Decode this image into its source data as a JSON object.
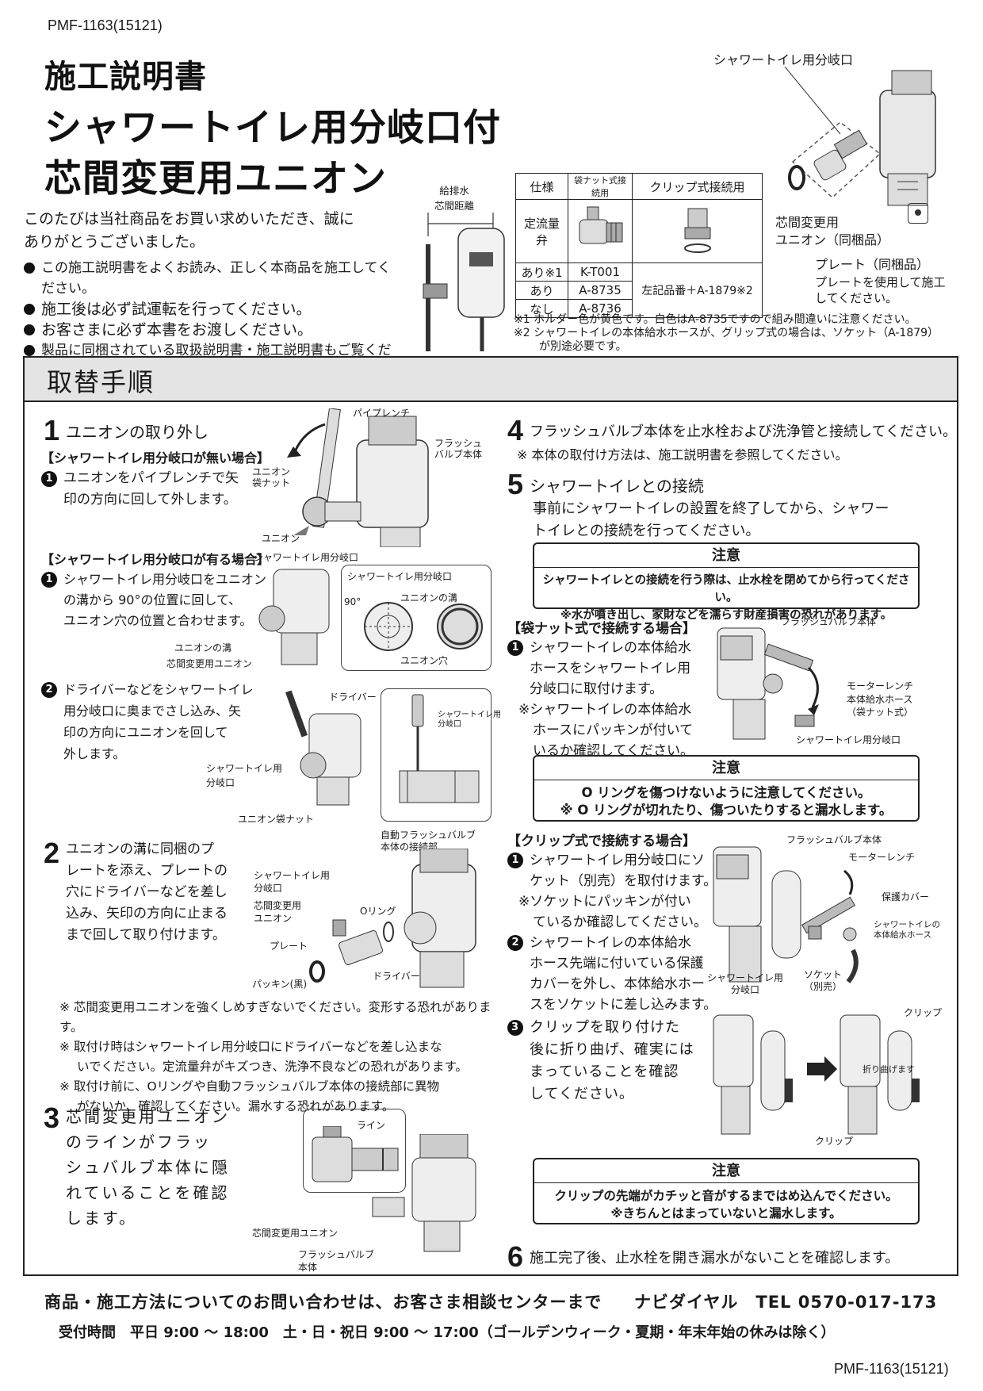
{
  "doc_code": "PMF-1163(15121)",
  "title": {
    "line1": "施工説明書",
    "line2": "シャワートイレ用分岐口付",
    "line3": "芯間変更用ユニオン"
  },
  "intro": {
    "text1": "このたびは当社商品をお買い求めいただき、誠に",
    "text2": "ありがとうございました。",
    "bullets": [
      "この施工説明書をよくお読み、正しく本商品を施工してください。",
      "施工後は必ず試運転を行ってください。",
      "お客さまに必ず本書をお渡しください。",
      "製品に同梱されている取扱説明書・施工説明書もご覧ください。"
    ]
  },
  "dim_label": {
    "line1": "給排水",
    "line2": "芯間距離"
  },
  "spec_table": {
    "h_spec": "仕様",
    "h_nut": "袋ナット式接続用",
    "h_clip": "クリップ式接続用",
    "r_valve": "定流量弁",
    "rows": [
      {
        "a": "あり※1",
        "b": "K-T001"
      },
      {
        "a": "あり",
        "b": "A-8735"
      },
      {
        "a": "なし",
        "b": "A-8736"
      }
    ],
    "clip_value": "左記品番＋A-1879※2"
  },
  "top_diagram": {
    "outlet": "シャワートイレ用分岐口",
    "union1": "芯間変更用",
    "union2": "ユニオン（同梱品）",
    "plate": "プレート（同梱品）",
    "plate_note1": "プレートを使用して施工",
    "plate_note2": "してください。"
  },
  "footnotes": {
    "n1": "※1  ホルダー色が黄色です。白色はA-8735ですので組み間違いに注意ください。",
    "n2": "※2  シャワートイレの本体給水ホースが、グリップ式の場合は、ソケット（A-1879）",
    "n3": "が別途必要です。"
  },
  "section_title": "取替手順",
  "step1": {
    "num": "1",
    "heading": "ユニオンの取り外し",
    "case_no": "【シャワートイレ用分岐口が無い場合】",
    "case_no_text": [
      "ユニオンをパイプレンチで矢",
      "印の方向に回して外します。"
    ],
    "case_yes": "【シャワートイレ用分岐口が有る場合】",
    "case_yes_1": [
      "シャワートイレ用分岐口をユニオン",
      "の溝から 90°の位置に回して、",
      "ユニオン穴の位置と合わせます。"
    ],
    "case_yes_2": [
      "ドライバーなどをシャワートイレ",
      "用分岐口に奥までさし込み、矢",
      "印の方向にユニオンを回して",
      "外します。"
    ],
    "labels": {
      "pipe_wrench": "パイプレンチ",
      "flush_valve_1": "フラッシュ",
      "flush_valve_2": "バルブ本体",
      "union_nut_1": "ユニオン",
      "union_nut_2": "袋ナット",
      "union": "ユニオン",
      "outlet": "シャワートイレ用分岐口",
      "outlet_b": "シャワートイレ用分岐口",
      "deg": "90°",
      "union_groove": "ユニオンの溝",
      "union_groove2": "ユニオンの溝",
      "union_change": "芯間変更用ユニオン",
      "union_hole": "ユニオン穴",
      "driver": "ドライバー",
      "outlet_c1": "シャワートイレ用",
      "outlet_c2": "分岐口",
      "outlet_d1": "シャワートイレ用",
      "outlet_d2": "分岐口",
      "union_nut": "ユニオン袋ナット"
    }
  },
  "step2": {
    "num": "2",
    "text": [
      "ユニオンの溝に同梱のプ",
      "レートを添え、プレートの",
      "穴にドライバーなどを差し",
      "込み、矢印の方向に止まる",
      "まで回して取り付けます。"
    ],
    "labels": {
      "auto_1": "自動フラッシュバルブ",
      "auto_2": "本体の接続部",
      "outlet_1": "シャワートイレ用",
      "outlet_2": "分岐口",
      "union_1": "芯間変更用",
      "union_2": "ユニオン",
      "oring": "Oリング",
      "plate": "プレート",
      "packing": "パッキン(黒)",
      "driver": "ドライバー"
    },
    "notes": [
      "※  芯間変更用ユニオンを強くしめすぎないでください。変形する恐れがあります。",
      "※  取付け時はシャワートイレ用分岐口にドライバーなどを差し込まな",
      "いでください。定流量弁がキズつき、洗浄不良などの恐れがあります。",
      "※  取付け前に、Oリングや自動フラッシュバルブ本体の接続部に異物",
      "がないか、確認してください。漏水する恐れがあります。"
    ]
  },
  "step3": {
    "num": "3",
    "text": [
      "芯間変更用ユニオン",
      "のラインがフラッ",
      "シュバルブ本体に隠",
      "れていることを確認",
      "します。"
    ],
    "labels": {
      "line": "ライン",
      "union": "芯間変更用ユニオン",
      "flush_1": "フラッシュバルブ",
      "flush_2": "本体"
    }
  },
  "step4": {
    "num": "4",
    "heading": "フラッシュバルブ本体を止水栓および洗浄管と接続してください。",
    "note": "※  本体の取付け方法は、施工説明書を参照してください。"
  },
  "step5": {
    "num": "5",
    "heading": "シャワートイレとの接続",
    "text1": "事前にシャワートイレの設置を終了してから、シャワー",
    "text2": "トイレとの接続を行ってください。",
    "caution1": {
      "title": "注意",
      "l1": "シャワートイレとの接続を行う際は、止水栓を閉めてから行ってください。",
      "l2": "※水が噴き出し、家財などを濡らす財産損害の恐れがあります。"
    },
    "nut_case": "【袋ナット式で接続する場合】",
    "nut_text": [
      "シャワートイレの本体給水",
      "ホースをシャワートイレ用",
      "分岐口に取付けます。"
    ],
    "nut_note": [
      "※シャワートイレの本体給水",
      "ホースにパッキンが付いて",
      "いるか確認してください。"
    ],
    "nut_labels": {
      "flush": "フラッシュバルブ本体",
      "wrench": "モーターレンチ",
      "hose_1": "本体給水ホース",
      "hose_2": "（袋ナット式）",
      "outlet": "シャワートイレ用分岐口"
    },
    "caution2": {
      "title": "注意",
      "l1": "O リングを傷つけないように注意してください。",
      "l2": "※ O リングが切れたり、傷ついたりすると漏水します。"
    },
    "clip_case": "【クリップ式で接続する場合】",
    "clip_1": [
      "シャワートイレ用分岐口にソ",
      "ケット（別売）を取付けます。"
    ],
    "clip_1_note": [
      "※ソケットにパッキンが付い",
      "ているか確認してください。"
    ],
    "clip_2": [
      "シャワートイレの本体給水",
      "ホース先端に付いている保護",
      "カバーを外し、本体給水ホー",
      "スをソケットに差し込みます。"
    ],
    "clip_3": [
      "クリップを取り付けた",
      "後に折り曲げ、確実には",
      "まっていることを確認",
      "してください。"
    ],
    "clip_labels": {
      "flush": "フラッシュバルブ本体",
      "wrench": "モーターレンチ",
      "cover": "保護カバー",
      "hose_1": "シャワートイレの",
      "hose_2": "本体給水ホース",
      "outlet_1": "シャワートイレ用",
      "outlet_2": "分岐口",
      "socket_1": "ソケット",
      "socket_2": "（別売）",
      "clip_a": "クリップ",
      "clip_b": "クリップ",
      "fold": "折り曲げます"
    },
    "caution3": {
      "title": "注意",
      "l1": "クリップの先端がカチッと音がするまではめ込んでください。",
      "l2": "※きちんとはまっていないと漏水します。"
    }
  },
  "step6": {
    "num": "6",
    "heading": "施工完了後、止水栓を開き漏水がないことを確認します。"
  },
  "footer": {
    "l1": "商品・施工方法についてのお問い合わせは、お客さま相談センターまで",
    "navi": "ナビダイヤル　TEL 0570-017-173",
    "l2": "受付時間　平日 9:00 ～ 18:00　土・日・祝日 9:00 ～ 17:00（ゴールデンウィーク・夏期・年末年始の休みは除く）"
  },
  "colors": {
    "ink": "#1a1a1a",
    "header_bg": "#e4e4e4",
    "paper": "#ffffff"
  }
}
